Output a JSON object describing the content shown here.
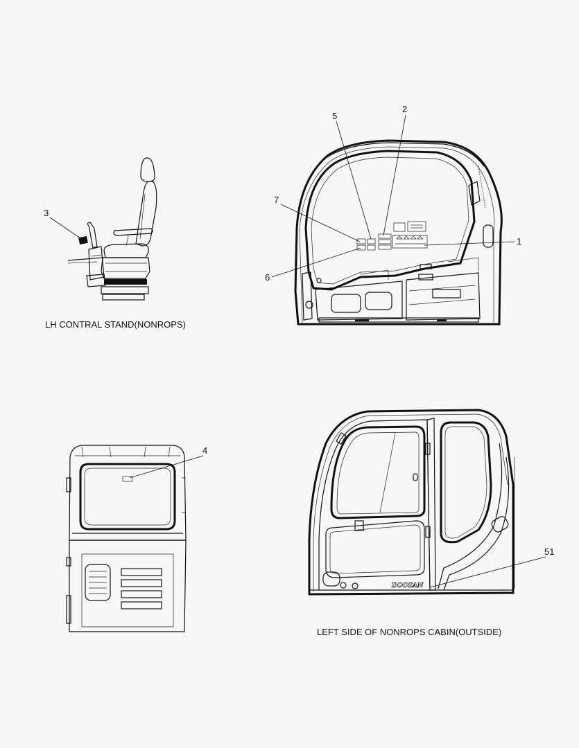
{
  "captions": {
    "seat": "LH CONTRAL STAND(NONROPS)",
    "outside": "LEFT SIDE OF NONROPS CABIN(OUTSIDE)"
  },
  "callouts": {
    "c1": "1",
    "c2": "2",
    "c3": "3",
    "c4": "4",
    "c5": "5",
    "c6": "6",
    "c7": "7",
    "c51": "51"
  },
  "brand": {
    "cab_logo": "DOOSAN"
  }
}
